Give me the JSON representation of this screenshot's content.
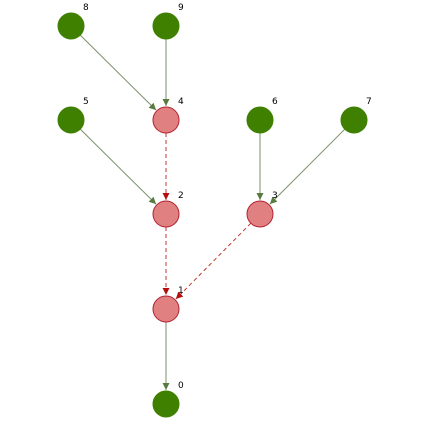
{
  "graph": {
    "nodes": [
      {
        "id": "0",
        "label": "0",
        "color": "#3f8000",
        "kind": "green"
      },
      {
        "id": "1",
        "label": "1",
        "color": "#e08080",
        "kind": "red"
      },
      {
        "id": "2",
        "label": "2",
        "color": "#e08080",
        "kind": "red"
      },
      {
        "id": "3",
        "label": "3",
        "color": "#e08080",
        "kind": "red"
      },
      {
        "id": "4",
        "label": "4",
        "color": "#e08080",
        "kind": "red"
      },
      {
        "id": "5",
        "label": "5",
        "color": "#3f8000",
        "kind": "green"
      },
      {
        "id": "6",
        "label": "6",
        "color": "#3f8000",
        "kind": "green"
      },
      {
        "id": "7",
        "label": "7",
        "color": "#3f8000",
        "kind": "green"
      },
      {
        "id": "8",
        "label": "8",
        "color": "#3f8000",
        "kind": "green"
      },
      {
        "id": "9",
        "label": "9",
        "color": "#3f8000",
        "kind": "green"
      }
    ],
    "edges": [
      {
        "from": "8",
        "to": "4",
        "style": "solid"
      },
      {
        "from": "9",
        "to": "4",
        "style": "solid"
      },
      {
        "from": "5",
        "to": "2",
        "style": "solid"
      },
      {
        "from": "6",
        "to": "3",
        "style": "solid"
      },
      {
        "from": "7",
        "to": "3",
        "style": "solid"
      },
      {
        "from": "4",
        "to": "2",
        "style": "dashed"
      },
      {
        "from": "2",
        "to": "1",
        "style": "dashed"
      },
      {
        "from": "3",
        "to": "1",
        "style": "dashed"
      },
      {
        "from": "1",
        "to": "0",
        "style": "solid"
      }
    ],
    "colors": {
      "green_node": "#3f8000",
      "red_node": "#e08080",
      "red_node_border": "#b02030",
      "solid_edge": "#7a8f6a",
      "dashed_edge": "#c0392b"
    }
  }
}
